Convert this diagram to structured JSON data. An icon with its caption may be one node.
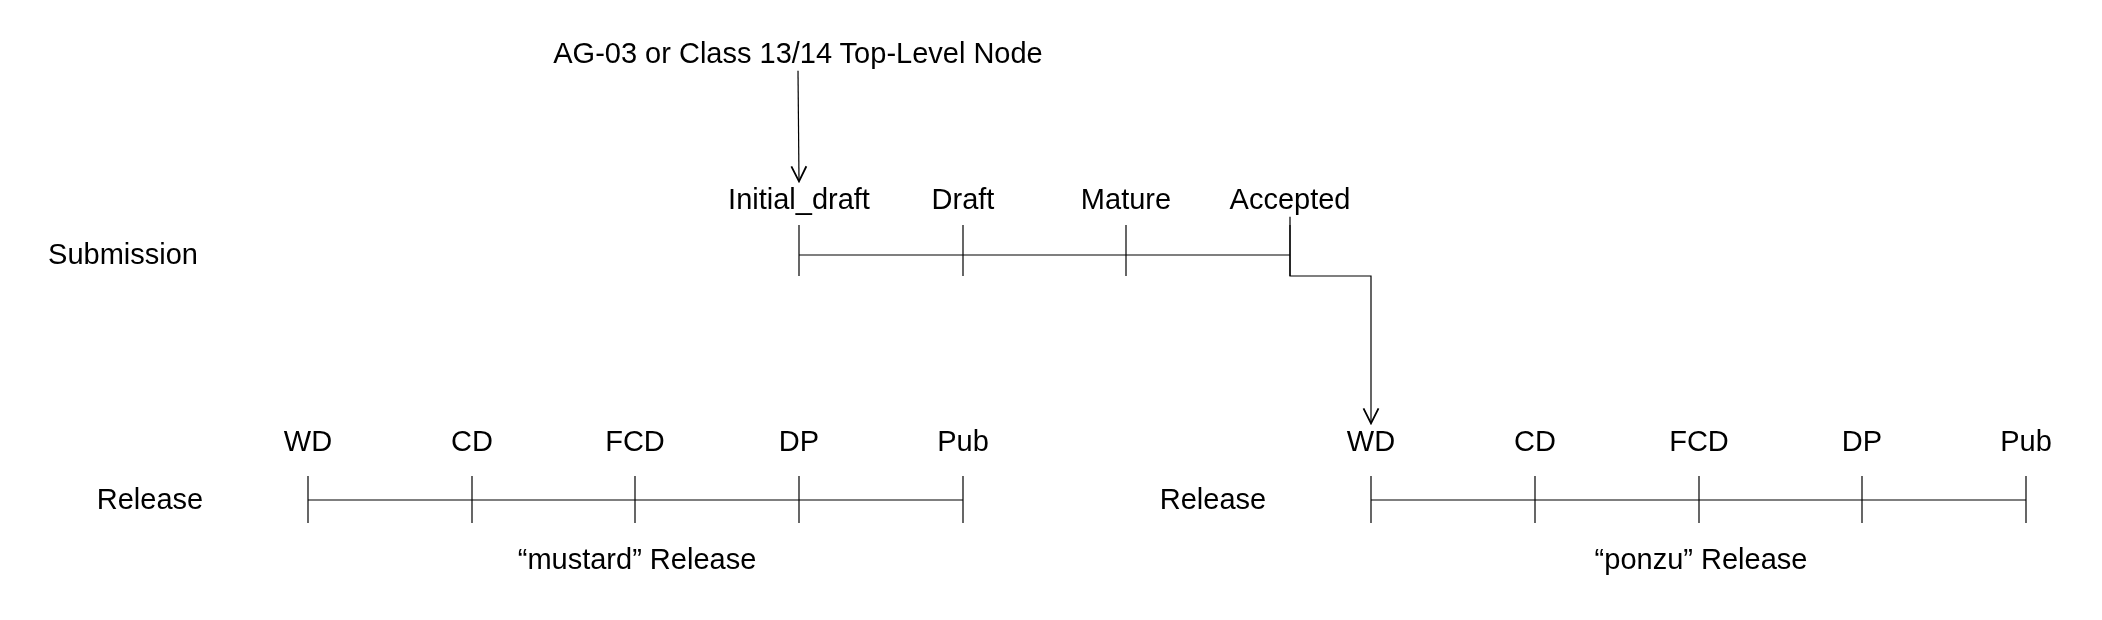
{
  "diagram": {
    "nodes": [
      {
        "text": [
          "AG-03 or Class 13/14 Top-Level Node"
        ]
      },
      {
        "text": [
          "Initial_draft"
        ]
      },
      {
        "text": [
          "Draft"
        ]
      },
      {
        "text": [
          "Mature"
        ]
      },
      {
        "text": [
          "Accepted"
        ]
      },
      {
        "text": [
          "WD"
        ]
      },
      {
        "text": [
          "CD"
        ]
      },
      {
        "text": [
          "FCD"
        ]
      },
      {
        "text": [
          "DP"
        ]
      },
      {
        "text": [
          "Pub"
        ]
      },
      {
        "text": [
          "WD"
        ]
      },
      {
        "text": [
          "CD"
        ]
      },
      {
        "text": [
          "FCD"
        ]
      },
      {
        "text": [
          "DP"
        ]
      },
      {
        "text": [
          "Pub"
        ]
      }
    ],
    "edges": [
      {
        "from": 0,
        "to": 1,
        "arrow": "to"
      },
      {
        "from": 4,
        "to": 10,
        "arrow": "to"
      }
    ],
    "labels": [
      "Submission",
      "Release",
      "Release",
      "“mustard” Release",
      "“ponzu” Release"
    ]
  }
}
